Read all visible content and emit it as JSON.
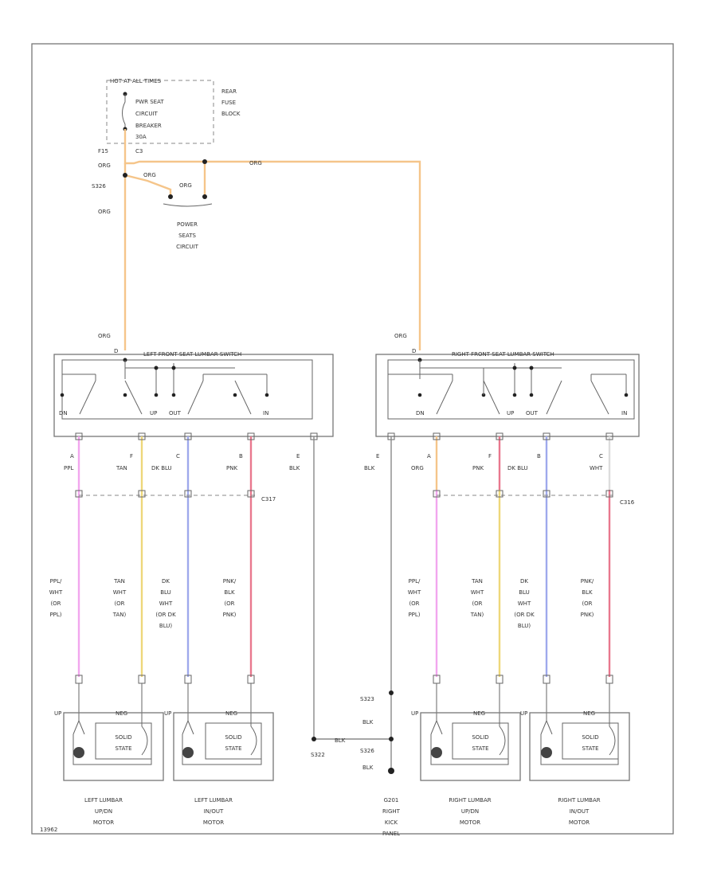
{
  "fuse_block": {
    "hot": "HOT AT ALL TIMES",
    "breaker_line1": "PWR SEAT",
    "breaker_line2": "CIRCUIT",
    "breaker_line3": "BREAKER",
    "breaker_line4": "30A",
    "block_line1": "REAR",
    "block_line2": "FUSE",
    "block_line3": "BLOCK",
    "pin_left": "F15",
    "pin_right": "C3"
  },
  "feed": {
    "org_1": "ORG",
    "org_2": "ORG",
    "org_3": "ORG",
    "org_4": "ORG",
    "org_5": "ORG",
    "splice": "S326",
    "power_seats_line1": "POWER",
    "power_seats_line2": "SEATS",
    "power_seats_line3": "CIRCUIT",
    "org_left_switch": "ORG",
    "org_right_switch": "ORG"
  },
  "left_switch": {
    "title": "LEFT FRONT SEAT LUMBAR SWITCH",
    "pin_top": "D",
    "dn": "DN",
    "up": "UP",
    "out": "OUT",
    "in": "IN",
    "pins": [
      {
        "pin": "A",
        "color": "PPL"
      },
      {
        "pin": "F",
        "color": "TAN"
      },
      {
        "pin": "C",
        "color": "DK BLU"
      },
      {
        "pin": "B",
        "color": "PNK"
      },
      {
        "pin": "E",
        "color": "BLK"
      }
    ],
    "connector": "C317"
  },
  "right_switch": {
    "title": "RIGHT FRONT SEAT LUMBAR SWITCH",
    "pin_top": "D",
    "dn": "DN",
    "up": "UP",
    "out": "OUT",
    "in": "IN",
    "ground_pin": {
      "pin": "E",
      "color": "BLK"
    },
    "pins": [
      {
        "pin": "A",
        "color": "ORG"
      },
      {
        "pin": "F",
        "color": "PNK"
      },
      {
        "pin": "B",
        "color": "DK BLU"
      },
      {
        "pin": "C",
        "color": "WHT"
      }
    ],
    "connector": "C316"
  },
  "left_wires": [
    {
      "l1": "PPL/",
      "l2": "WHT",
      "l3": "(OR",
      "l4": "PPL)"
    },
    {
      "l1": "TAN",
      "l2": "WHT",
      "l3": "(OR",
      "l4": "TAN)"
    },
    {
      "l1": "DK",
      "l2": "BLU",
      "l3": "WHT",
      "l4": "(OR DK",
      "l5": "BLU)"
    },
    {
      "l1": "PNK/",
      "l2": "BLK",
      "l3": "(OR",
      "l4": "PNK)"
    }
  ],
  "right_wires": [
    {
      "l1": "PPL/",
      "l2": "WHT",
      "l3": "(OR",
      "l4": "PPL)"
    },
    {
      "l1": "TAN",
      "l2": "WHT",
      "l3": "(OR",
      "l4": "TAN)"
    },
    {
      "l1": "DK",
      "l2": "BLU",
      "l3": "WHT",
      "l4": "(OR DK",
      "l5": "BLU)"
    },
    {
      "l1": "PNK/",
      "l2": "BLK",
      "l3": "(OR",
      "l4": "PNK)"
    }
  ],
  "motors": {
    "solid_state_1": "SOLID",
    "solid_state_2": "STATE",
    "up": "UP",
    "neg": "NEG",
    "left_updn_line1": "LEFT LUMBAR",
    "left_updn_line2": "UP/DN",
    "left_updn_line3": "MOTOR",
    "left_inout_line1": "LEFT LUMBAR",
    "left_inout_line2": "IN/OUT",
    "left_inout_line3": "MOTOR",
    "right_updn_line1": "RIGHT LUMBAR",
    "right_updn_line2": "UP/DN",
    "right_updn_line3": "MOTOR",
    "right_inout_line1": "RIGHT LUMBAR",
    "right_inout_line2": "IN/OUT",
    "right_inout_line3": "MOTOR"
  },
  "ground": {
    "s_upper": "S323",
    "blk_upper": "BLK",
    "blk_mid": "BLK",
    "s_left": "S322",
    "s_lower": "S326",
    "blk_lower": "BLK",
    "g_line1": "G201",
    "g_line2": "RIGHT",
    "g_line3": "KICK",
    "g_line4": "PANEL"
  },
  "corner_code": "13962",
  "colors": {
    "orange": "#F5C58A",
    "purple": "#F2A6EE",
    "tan": "#EDD77A",
    "blue": "#9FA9EC",
    "pink": "#E9788E",
    "ground": "#888888"
  }
}
